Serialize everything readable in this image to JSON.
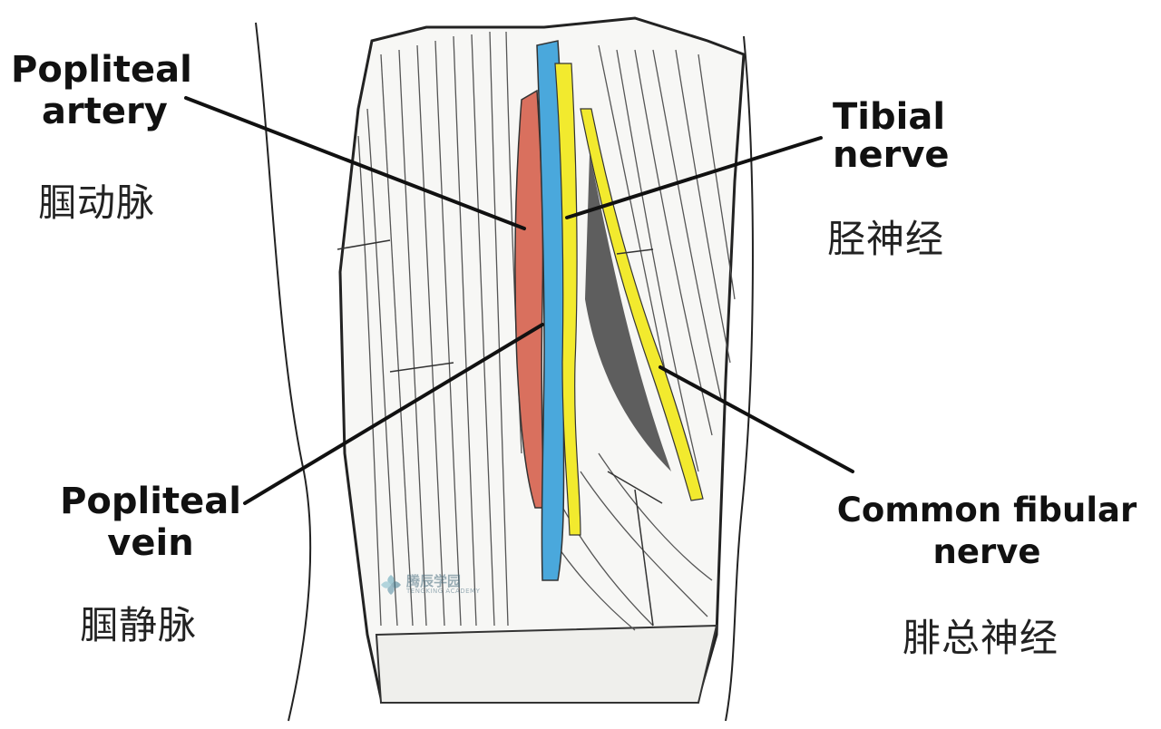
{
  "labels": {
    "popliteal_artery": {
      "en_line1": "Popliteal",
      "en_line2": "artery",
      "cn": "腘动脉"
    },
    "tibial_nerve": {
      "en_line1": "Tibial",
      "en_line2": "nerve",
      "cn": "胫神经"
    },
    "popliteal_vein": {
      "en_line1": "Popliteal",
      "en_line2": "vein",
      "cn": "腘静脉"
    },
    "common_fibular_nerve": {
      "en_line1": "Common fibular",
      "en_line2": "nerve",
      "cn": "腓总神经"
    }
  },
  "watermark": {
    "cn": "腾辰学园",
    "en": "TENGKING ACADEMY"
  },
  "colors": {
    "artery": "#d9705e",
    "vein": "#4aa8dc",
    "nerve": "#f2ea2e",
    "line": "#111111"
  }
}
